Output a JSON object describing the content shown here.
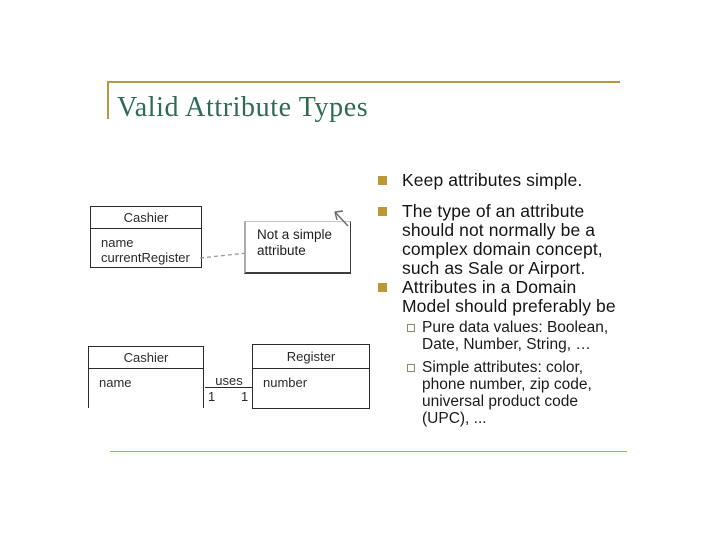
{
  "slide": {
    "title": "Valid Attribute Types"
  },
  "colors": {
    "accent_gold": "#B6993B",
    "title_green": "#2E6B52",
    "bullet_gold": "#BC9733",
    "sub_bullet_outline": "#7E8F68"
  },
  "bullets": [
    {
      "level": 1,
      "lines": [
        "Keep attributes simple."
      ]
    },
    {
      "level": 1,
      "lines": [
        "The type of an attribute",
        "should not normally be a",
        "complex domain concept,",
        "such as Sale or Airport."
      ]
    },
    {
      "level": 1,
      "lines": [
        "Attributes in a Domain",
        "Model should preferably be"
      ]
    },
    {
      "level": 2,
      "lines": [
        "Pure data values: Boolean,",
        "Date, Number, String, …"
      ]
    },
    {
      "level": 2,
      "lines": [
        "Simple attributes: color,",
        "phone number, zip code,",
        "universal product code",
        "(UPC), ..."
      ]
    }
  ],
  "diagram_top": {
    "class_name": "Cashier",
    "attributes": [
      "name",
      "currentRegister"
    ],
    "note": {
      "lines": [
        "Not a simple",
        "attribute"
      ]
    }
  },
  "diagram_bottom": {
    "left_class": {
      "name": "Cashier",
      "attributes": [
        "name"
      ]
    },
    "right_class": {
      "name": "Register",
      "attributes": [
        "number"
      ]
    },
    "association": {
      "label": "uses",
      "left_multiplicity": "1",
      "right_multiplicity": "1"
    }
  }
}
